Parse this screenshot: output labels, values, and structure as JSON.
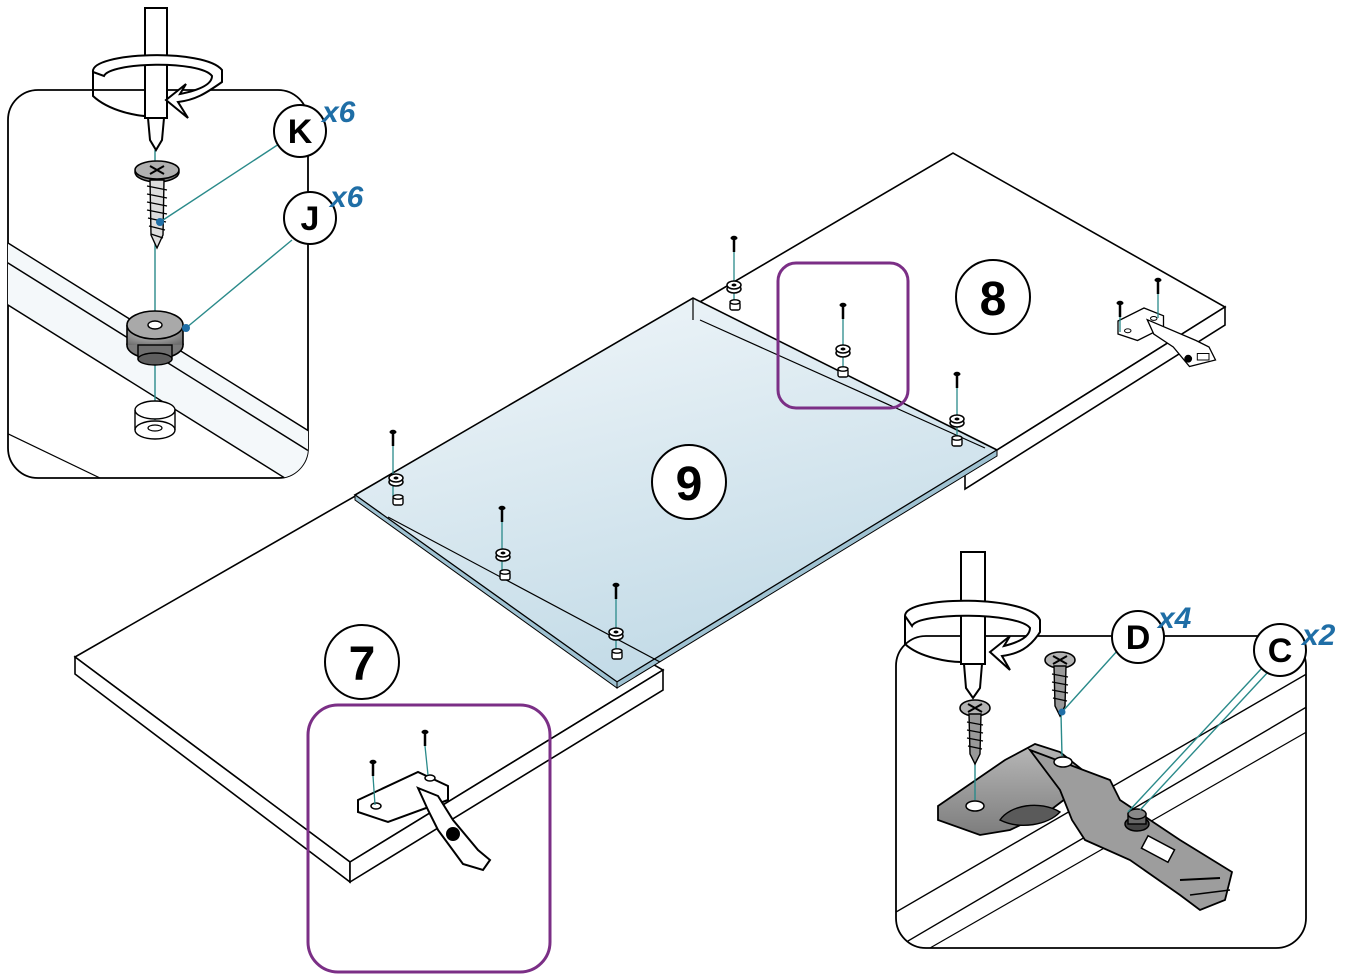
{
  "panels": {
    "left": {
      "number": "7"
    },
    "middle": {
      "number": "9"
    },
    "right": {
      "number": "8"
    }
  },
  "callouts": {
    "screw_k": {
      "letter": "K",
      "qty": "x6"
    },
    "cap_j": {
      "letter": "J",
      "qty": "x6"
    },
    "screw_d": {
      "letter": "D",
      "qty": "x4"
    },
    "hinge_c": {
      "letter": "C",
      "qty": "x2"
    }
  },
  "colors": {
    "leader": "#2a8a8a",
    "qty_text": "#1f6ea6",
    "highlight": "#7b2f86",
    "glass_top": "#eaf2f6",
    "glass_bottom": "#c7dde8",
    "metal": "#9a9a9a"
  }
}
